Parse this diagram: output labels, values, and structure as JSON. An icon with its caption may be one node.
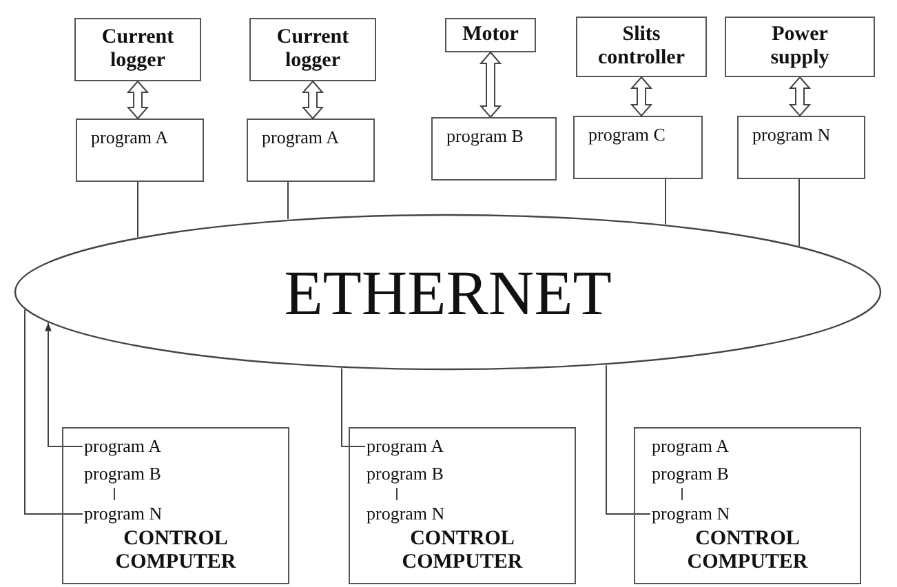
{
  "diagram": {
    "nodes": [
      {
        "text": [
          "Current logger"
        ]
      },
      {
        "text": [
          "Current logger"
        ]
      },
      {
        "text": [
          "Motor"
        ]
      },
      {
        "text": [
          "Slits controller"
        ]
      },
      {
        "text": [
          "Power supply"
        ]
      },
      {
        "text": [
          "program A"
        ]
      },
      {
        "text": [
          "program A"
        ]
      },
      {
        "text": [
          "program B"
        ]
      },
      {
        "text": [
          "program C"
        ]
      },
      {
        "text": [
          "program N"
        ]
      },
      {
        "text": [
          "ETHERNET"
        ]
      },
      {
        "text": [
          "CONTROL COMPUTER"
        ]
      },
      {
        "text": [
          "program A"
        ],
        "in": 11
      },
      {
        "text": [
          "program B"
        ],
        "in": 11
      },
      {
        "text": [
          "program N"
        ],
        "in": 11
      },
      {
        "text": [
          "CONTROL COMPUTER"
        ]
      },
      {
        "text": [
          "program A"
        ],
        "in": 15
      },
      {
        "text": [
          "program B"
        ],
        "in": 15
      },
      {
        "text": [
          "program N"
        ],
        "in": 15
      },
      {
        "text": [
          "CONTROL COMPUTER"
        ]
      },
      {
        "text": [
          "program A"
        ],
        "in": 19
      },
      {
        "text": [
          "program B"
        ],
        "in": 19
      },
      {
        "text": [
          "program N"
        ],
        "in": 19
      }
    ],
    "edges": [
      {
        "from": 0,
        "to": 5,
        "arrow": "both",
        "style": "thick"
      },
      {
        "from": 1,
        "to": 6,
        "arrow": "both",
        "style": "thick"
      },
      {
        "from": 2,
        "to": 7,
        "arrow": "both",
        "style": "thick"
      },
      {
        "from": 3,
        "to": 8,
        "arrow": "both",
        "style": "thick"
      },
      {
        "from": 4,
        "to": 9,
        "arrow": "both",
        "style": "thick"
      },
      {
        "from": 5,
        "to": 10,
        "arrow": "none"
      },
      {
        "from": 6,
        "to": 10,
        "arrow": "none"
      },
      {
        "from": 8,
        "to": 10,
        "arrow": "none"
      },
      {
        "from": 9,
        "to": 10,
        "arrow": "none"
      },
      {
        "from": 12,
        "to": 10,
        "arrow": "to"
      },
      {
        "from": 10,
        "to": 14,
        "arrow": "none"
      },
      {
        "from": 10,
        "to": 16,
        "arrow": "none"
      },
      {
        "from": 10,
        "to": 22,
        "arrow": "none"
      },
      {
        "from": 13,
        "to": 14,
        "arrow": "none"
      },
      {
        "from": 17,
        "to": 18,
        "arrow": "none"
      },
      {
        "from": 21,
        "to": 22,
        "arrow": "none"
      }
    ]
  }
}
